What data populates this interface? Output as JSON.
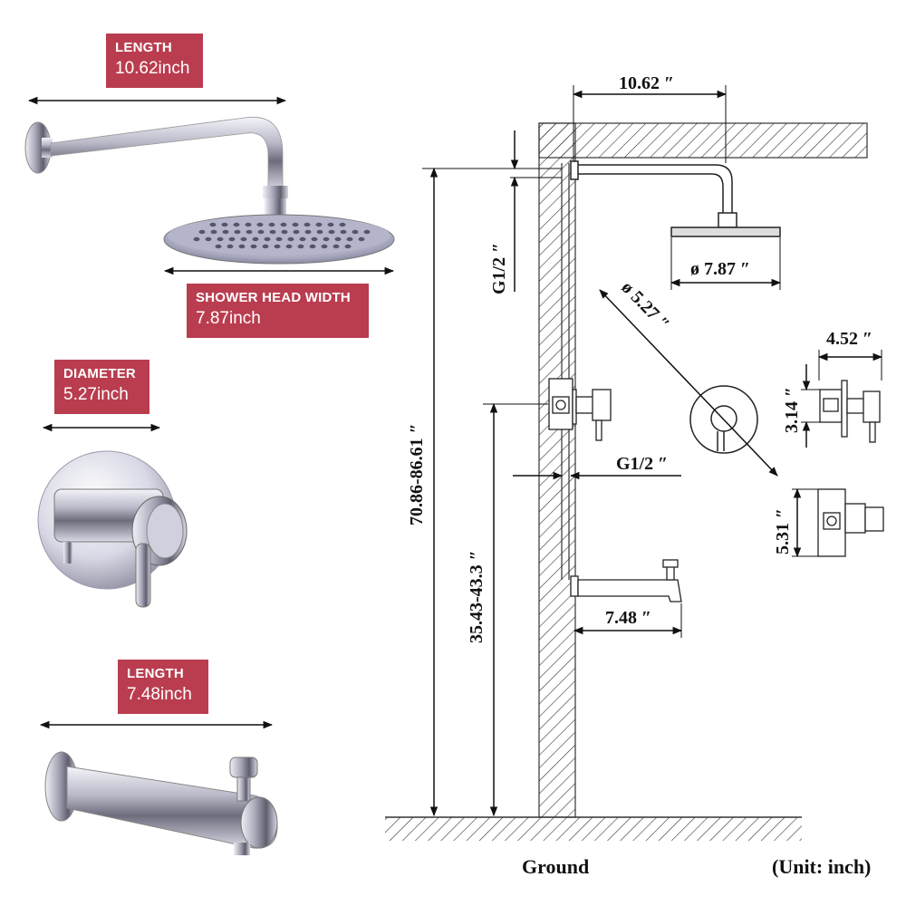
{
  "labels": {
    "arm_length": {
      "title": "LENGTH",
      "value": "10.62inch"
    },
    "head_width": {
      "title": "SHOWER HEAD WIDTH",
      "value": "7.87inch"
    },
    "diameter": {
      "title": "DIAMETER",
      "value": "5.27inch"
    },
    "spout_length": {
      "title": "LENGTH",
      "value": "7.48inch"
    }
  },
  "drawing": {
    "arm_length": "10.62 ″",
    "g_top": "G1/2 ″",
    "head_diameter": "ø 7.87 ″",
    "plate_diameter": "ø 5.27 ″",
    "valve_depth": "4.52 ″",
    "valve_height": "3.14 ″",
    "valve_side": "5.31 ″",
    "total_height": "70.86-86.61 ″",
    "valve_height_range": "35.43-43.3 ″",
    "g_mid": "G1/2 ″",
    "spout_length": "7.48 ″",
    "ground": "Ground",
    "unit": "(Unit: inch)"
  }
}
